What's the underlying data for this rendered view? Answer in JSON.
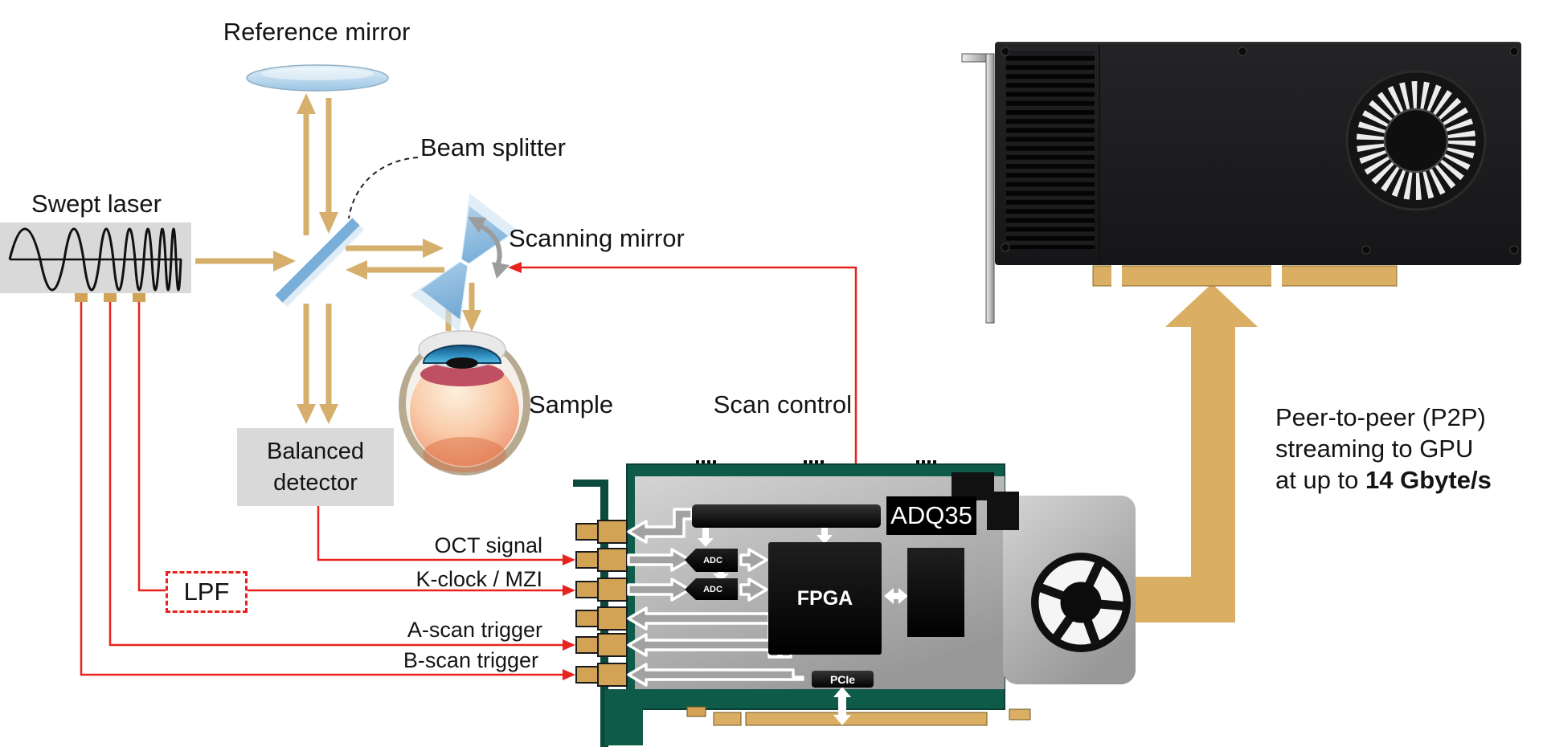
{
  "labels": {
    "reference_mirror": "Reference mirror",
    "beam_splitter": "Beam splitter",
    "swept_laser": "Swept laser",
    "scanning_mirror": "Scanning mirror",
    "sample": "Sample",
    "scan_control": "Scan control",
    "balanced_detector_line1": "Balanced",
    "balanced_detector_line2": "detector",
    "lpf": "LPF"
  },
  "signals": {
    "oct_signal": "OCT signal",
    "k_clock": "K-clock / MZI",
    "a_scan_trigger": "A-scan trigger",
    "b_scan_trigger": "B-scan trigger"
  },
  "digitizer": {
    "model": "ADQ35",
    "fpga": "FPGA",
    "adc": "ADC",
    "pcie": "PCIe"
  },
  "gpu": {
    "p2p_line1": "Peer-to-peer (P2P)",
    "p2p_line2": "streaming to GPU",
    "p2p_line3_prefix": "at up to ",
    "p2p_line3_bold": "14 Gbyte/s"
  },
  "icons": {
    "reference_mirror": "mirror-ellipse-icon",
    "beam_splitter": "beam-splitter-icon",
    "scanning_mirror": "scanning-mirror-icon",
    "rotation": "rotation-arrow-icon",
    "eye": "eye-sample-icon",
    "laser_waveform": "chirp-waveform-icon",
    "digitizer_card": "digitizer-card-icon",
    "gpu_card": "gpu-card-icon",
    "fan": "fan-icon",
    "p2p_arrow": "p2p-arrow-icon"
  },
  "colors": {
    "beam_gold": "#D5AF6B",
    "signal_red": "#E8231F",
    "pcb_green": "#0F5B49",
    "connector_gold": "#D2A355",
    "label_gray": "#D9D9D9",
    "mirror_blue": "#8FBEE0"
  }
}
